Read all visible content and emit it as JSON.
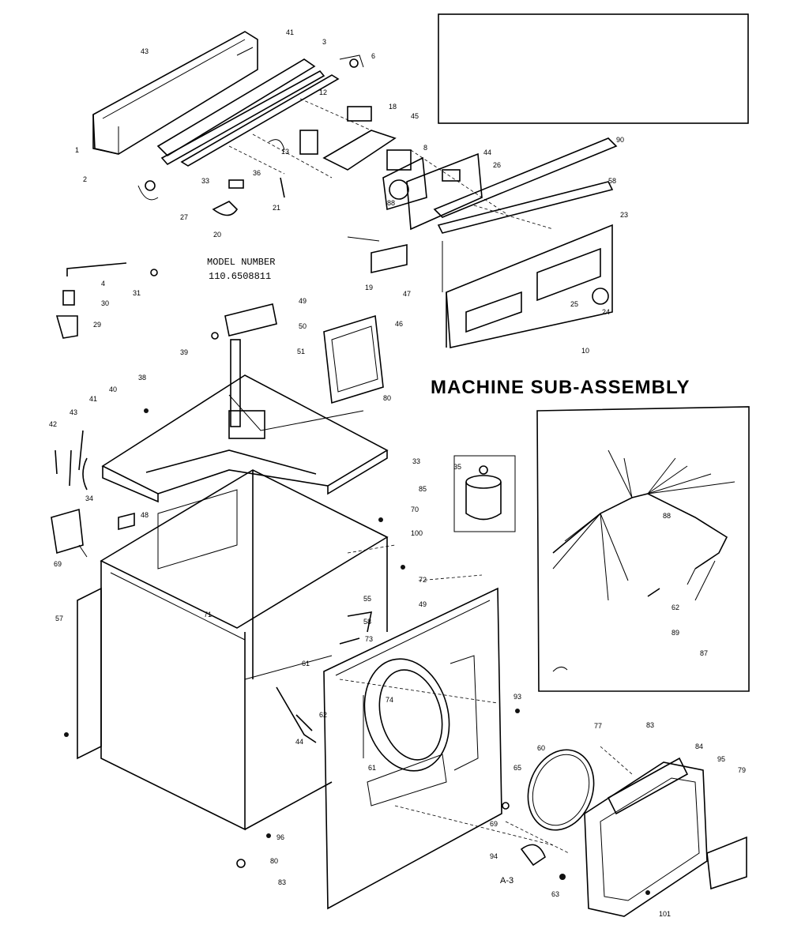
{
  "diagram": {
    "title": "MACHINE SUB-ASSEMBLY",
    "model_label": "MODEL NUMBER",
    "model_number": "110.6508811",
    "sub_label": "A-3",
    "callouts": [
      "43",
      "41",
      "3",
      "6",
      "12",
      "18",
      "45",
      "8",
      "44",
      "90",
      "1",
      "2",
      "13",
      "26",
      "27",
      "20",
      "33",
      "36",
      "21",
      "88",
      "58",
      "23",
      "4",
      "30",
      "31",
      "29",
      "19",
      "47",
      "25",
      "24",
      "46",
      "10",
      "49",
      "50",
      "51",
      "38",
      "39",
      "80",
      "40",
      "42",
      "43",
      "41",
      "34",
      "35",
      "85",
      "33",
      "48",
      "69",
      "70",
      "100",
      "71",
      "72",
      "49",
      "57",
      "55",
      "58",
      "73",
      "74",
      "61",
      "44",
      "62",
      "61",
      "93",
      "77",
      "83",
      "84",
      "95",
      "79",
      "60",
      "65",
      "69",
      "94",
      "63",
      "96",
      "80",
      "83",
      "101",
      "88",
      "62",
      "89",
      "87"
    ]
  }
}
